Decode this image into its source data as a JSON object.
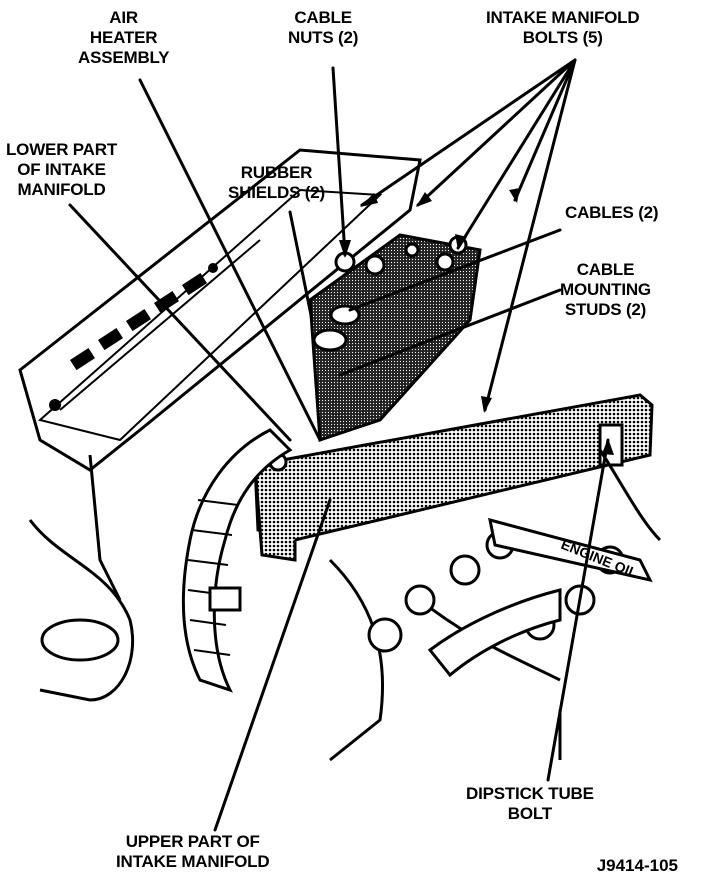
{
  "figure": {
    "labels": {
      "air_heater_assembly": [
        "AIR",
        "HEATER",
        "ASSEMBLY"
      ],
      "cable_nuts": [
        "CABLE",
        "NUTS (2)"
      ],
      "intake_manifold_bolts": [
        "INTAKE MANIFOLD",
        "BOLTS (5)"
      ],
      "lower_intake_manifold": [
        "LOWER PART",
        "OF INTAKE",
        "MANIFOLD"
      ],
      "rubber_shields": [
        "RUBBER",
        "SHIELDS (2)"
      ],
      "cables": [
        "CABLES (2)"
      ],
      "cable_mounting_studs": [
        "CABLE",
        "MOUNTING",
        "STUDS (2)"
      ],
      "dipstick_tube_bolt": [
        "DIPSTICK TUBE",
        "BOLT"
      ],
      "upper_intake_manifold": [
        "UPPER PART OF",
        "INTAKE MANIFOLD"
      ]
    },
    "engine_cover_text": "ENGINE OIL",
    "figure_id": "J9414-105"
  }
}
